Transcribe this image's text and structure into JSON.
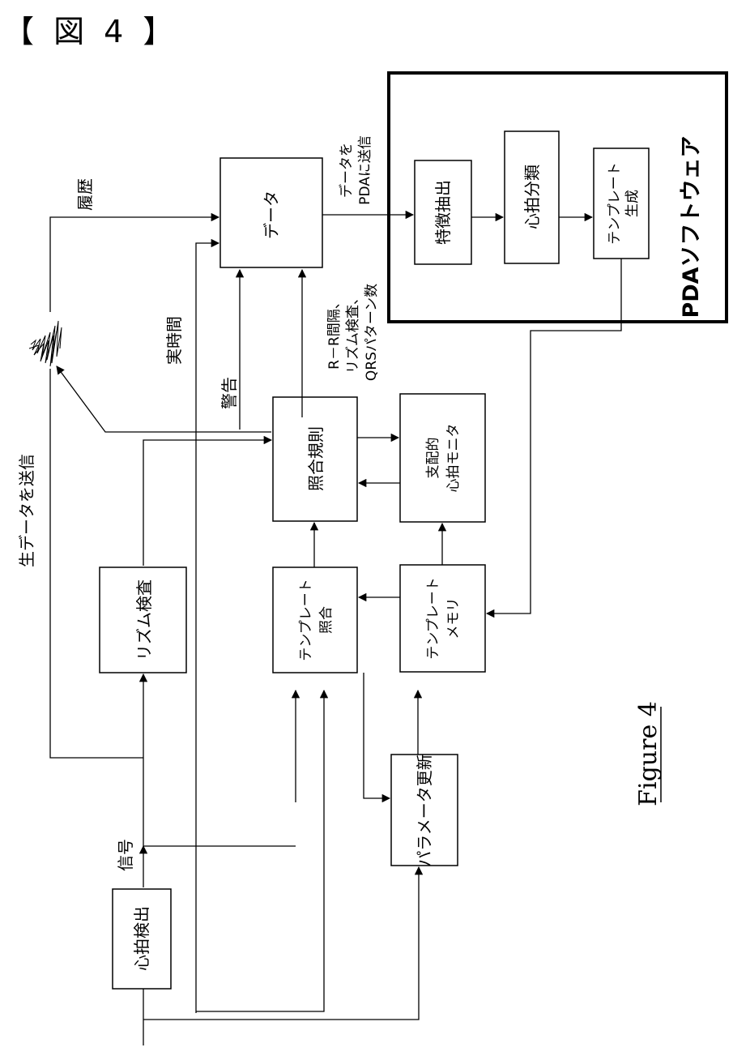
{
  "header": "【 図 4 】",
  "pda_software": "PDAソフトウェア",
  "blocks": {
    "data": "データ",
    "feature_extraction": "特徴抽出",
    "beat_classification": "心拍分類",
    "template_generation_1": "テンプレート",
    "template_generation_2": "生成",
    "matching_rules": "照合規則",
    "dominant_monitor_1": "支配的",
    "dominant_monitor_2": "心拍モニタ",
    "rhythm_check": "リズム検査",
    "template_match_1": "テンプレート",
    "template_match_2": "照合",
    "template_memory_1": "テンプレート",
    "template_memory_2": "メモリ",
    "parameter_update": "パラメータ更新",
    "beat_detection": "心拍検出"
  },
  "labels": {
    "history": "履歴",
    "send_to_pda_1": "データを",
    "send_to_pda_2": "PDAに送信",
    "realtime": "実時間",
    "alert": "警告",
    "send_metrics_1": "R－R間隔、",
    "send_metrics_2": "リズム検査、",
    "send_metrics_3": "QRSパターン数",
    "send_raw": "生データを送信",
    "signal": "信号"
  },
  "figure_caption": "Figure 4"
}
